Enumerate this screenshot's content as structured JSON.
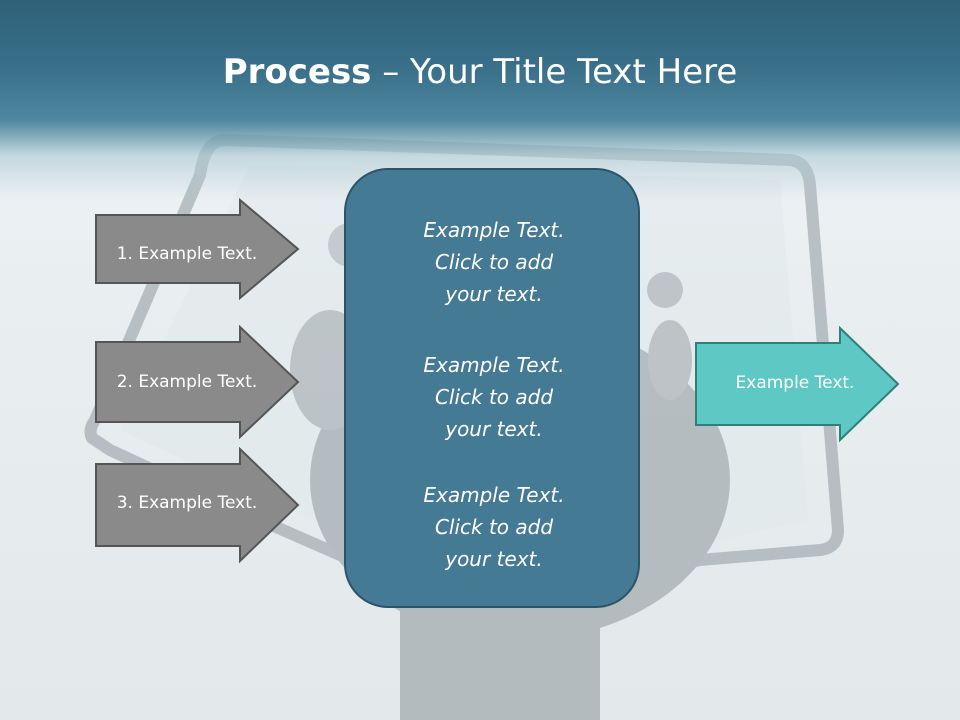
{
  "slide": {
    "title_bold": "Process",
    "title_rest": " – Your Title Text Here"
  },
  "left_arrows": [
    {
      "label": "1. Example Text."
    },
    {
      "label": "2. Example Text."
    },
    {
      "label": "3. Example Text."
    }
  ],
  "center_box": {
    "blocks": [
      {
        "line1": "Example Text.",
        "line2": "Click  to add",
        "line3": "your text."
      },
      {
        "line1": "Example Text.",
        "line2": "Click  to add",
        "line3": "your text."
      },
      {
        "line1": "Example Text.",
        "line2": "Click  to add",
        "line3": "your text."
      }
    ]
  },
  "right_arrow": {
    "label": "Example Text."
  },
  "colors": {
    "header": "#2f6179",
    "gray_arrow": "#8a8a8a",
    "center_box": "#457a95",
    "teal_arrow": "#5ec8c4"
  }
}
